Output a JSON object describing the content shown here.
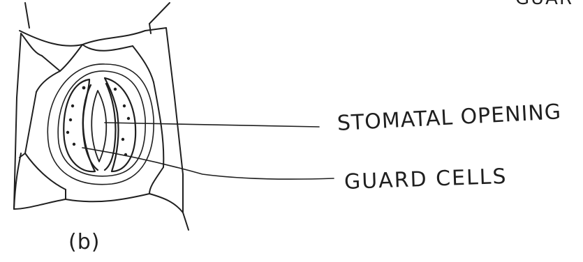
{
  "labels": {
    "stomatal_opening": "STOMATAL OPENING",
    "guard_cells": "GUARD CELLS",
    "figure_label": "(b)",
    "corner_text": "GUAR"
  },
  "colors": {
    "ink": "#1f1f1f",
    "paper": "#ffffff"
  }
}
